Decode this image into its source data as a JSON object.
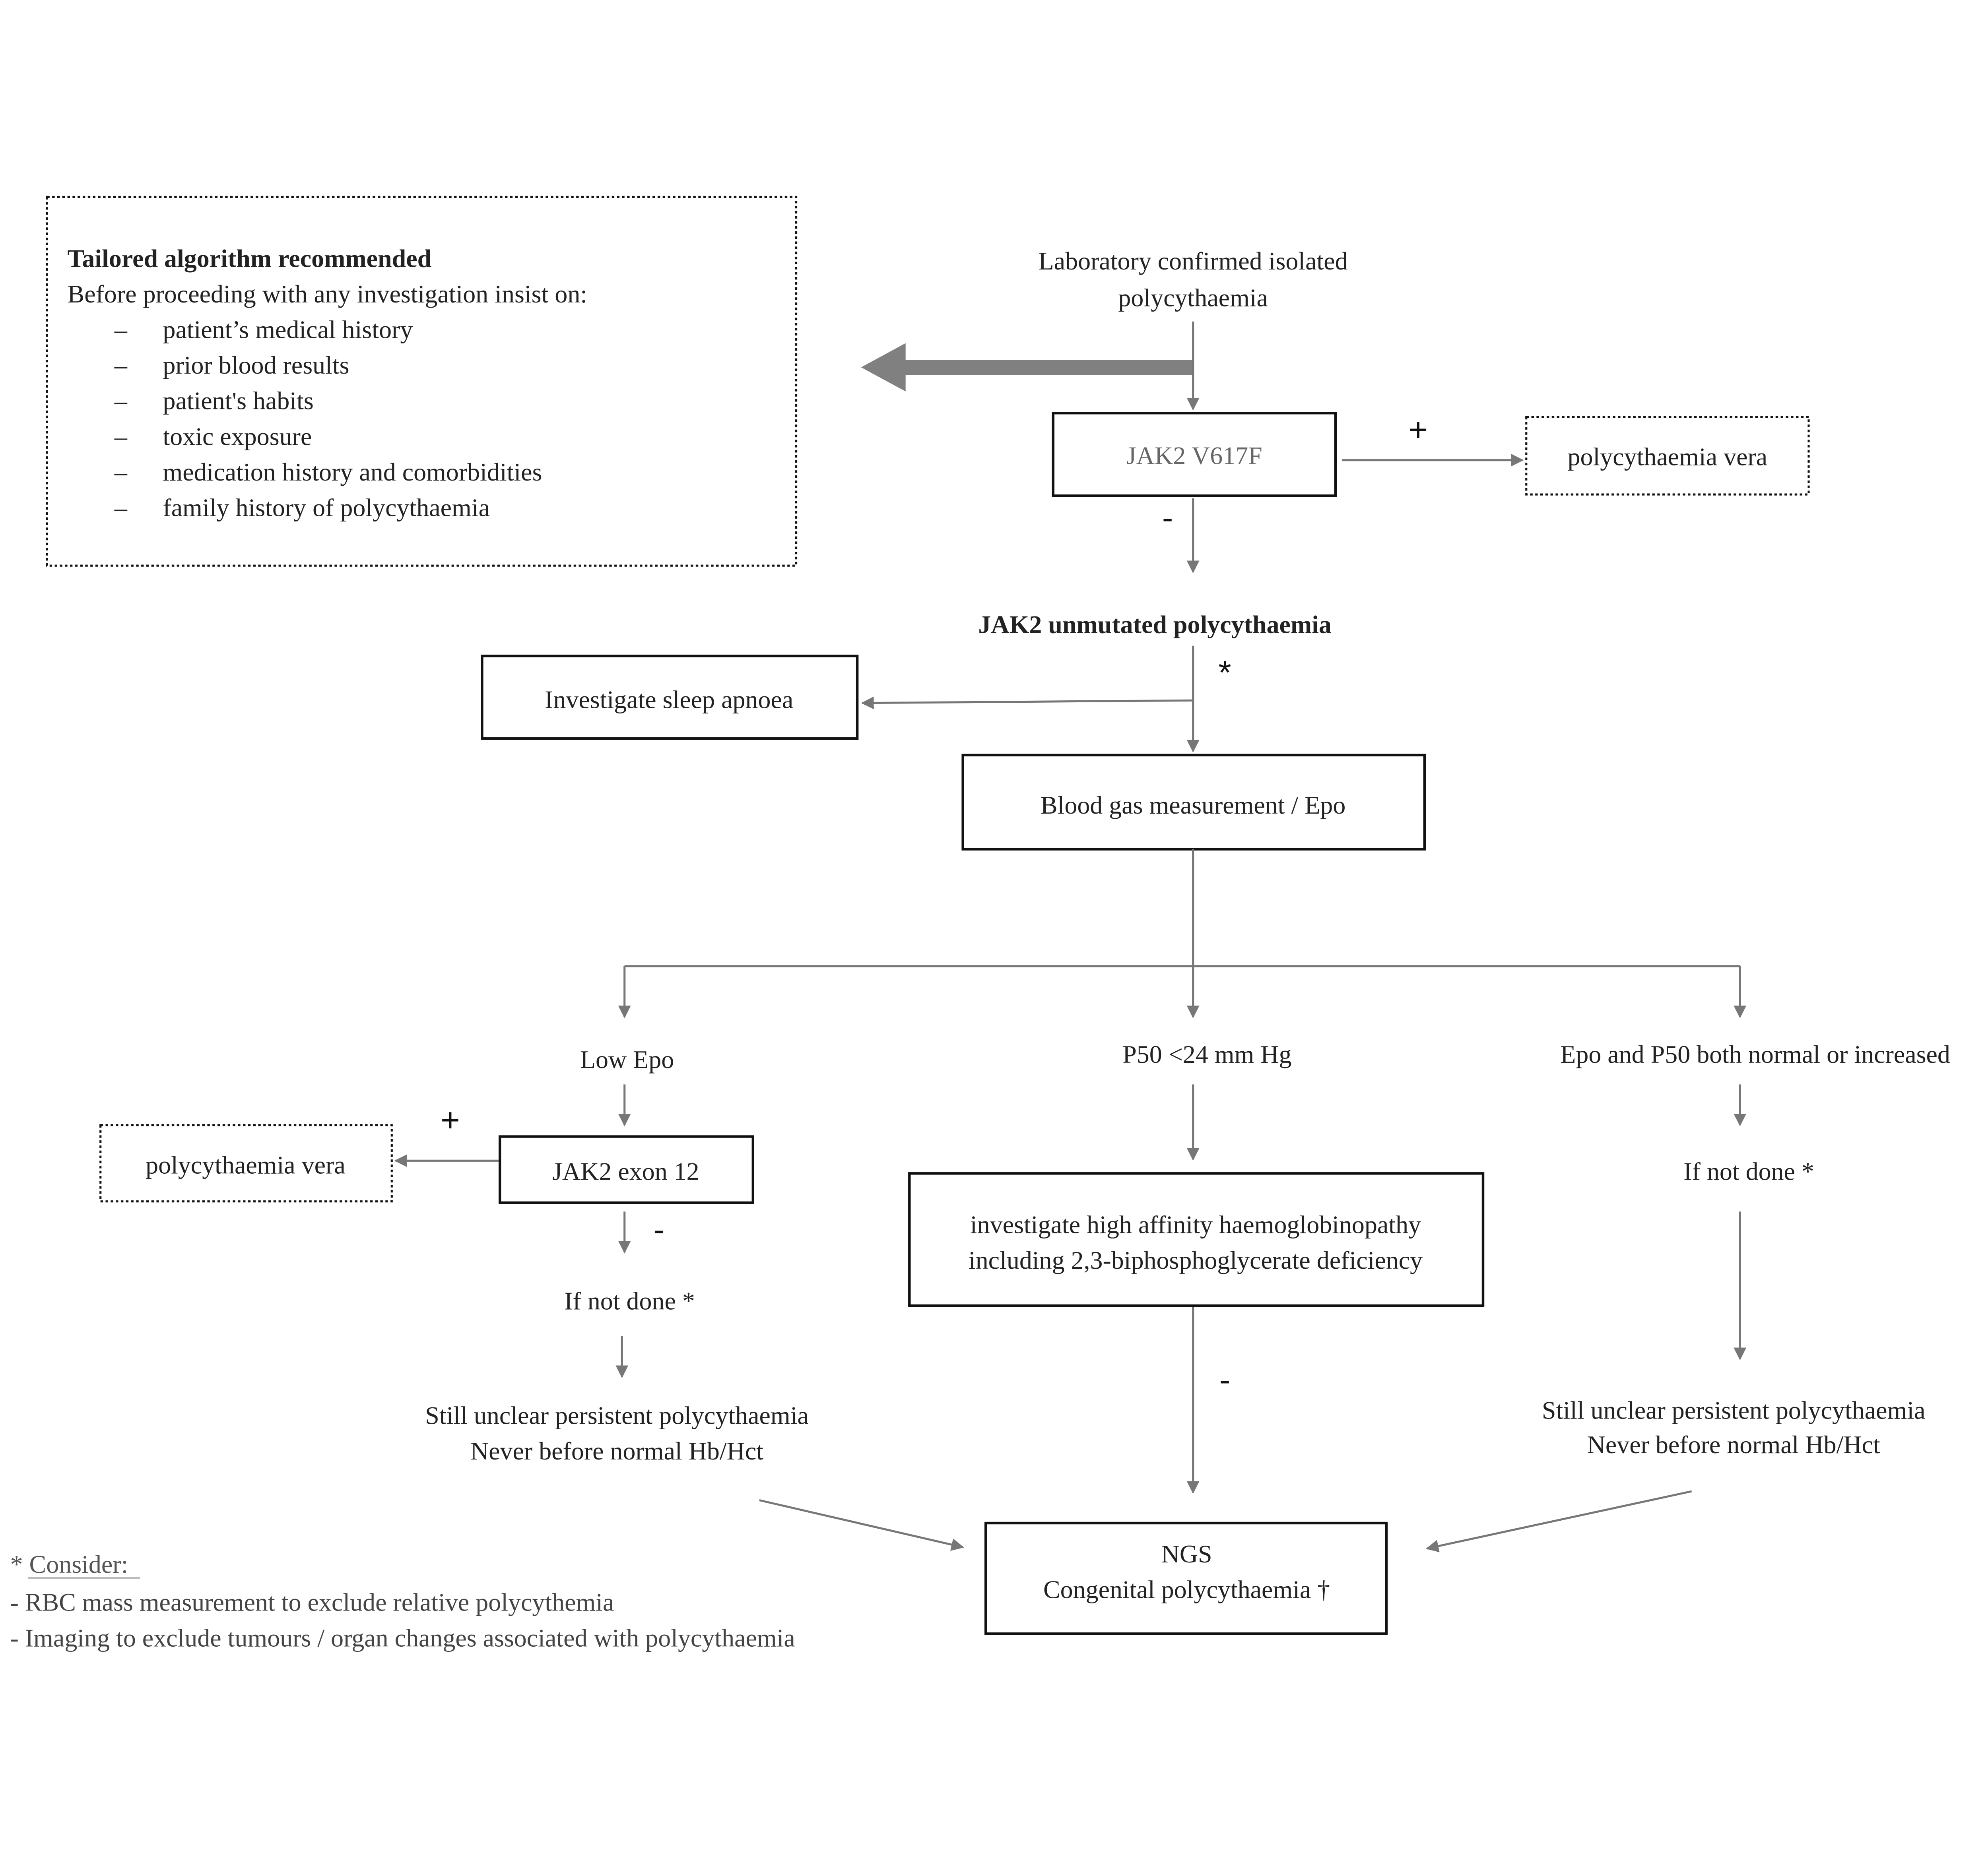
{
  "info_box": {
    "title": "Tailored algorithm recommended",
    "intro": "Before proceeding with any investigation insist on:",
    "bullet": "–",
    "items": [
      "patient’s medical history",
      "prior blood results",
      "patient's habits",
      "toxic exposure",
      "medication history and comorbidities",
      "family history of polycythaemia"
    ]
  },
  "start": {
    "line1": "Laboratory confirmed isolated",
    "line2": "polycythaemia"
  },
  "jak2_v617f": "JAK2 V617F",
  "pv_top": "polycythaemia vera",
  "plus": "+",
  "minus": "-",
  "asterisk": "*",
  "unmutated": "JAK2 unmutated polycythaemia",
  "sleep_apnoea": "Investigate sleep apnoea",
  "blood_gas": "Blood gas measurement / Epo",
  "branches": {
    "low_epo": "Low Epo",
    "p50": "P50 <24 mm Hg",
    "normal": "Epo and P50 both normal or increased"
  },
  "jak2_exon12": "JAK2 exon 12",
  "pv_left": "polycythaemia vera",
  "if_not_done": "If not done *",
  "haemoglobinopathy": {
    "line1": "investigate high affinity haemoglobinopathy",
    "line2": "including 2,3-biphosphoglycerate deficiency"
  },
  "still_unclear": {
    "line1": "Still unclear persistent polycythaemia",
    "line2": "Never before normal Hb/Hct"
  },
  "ngs": {
    "line1": "NGS",
    "line2": "Congenital polycythaemia †"
  },
  "footnote": {
    "title": "* Consider:",
    "items": [
      "- RBC mass measurement to exclude relative polycythemia",
      "- Imaging to exclude tumours / organ changes associated with polycythaemia"
    ]
  },
  "colors": {
    "line": "#777777",
    "text": "#222222",
    "big_arrow": "#808080"
  }
}
